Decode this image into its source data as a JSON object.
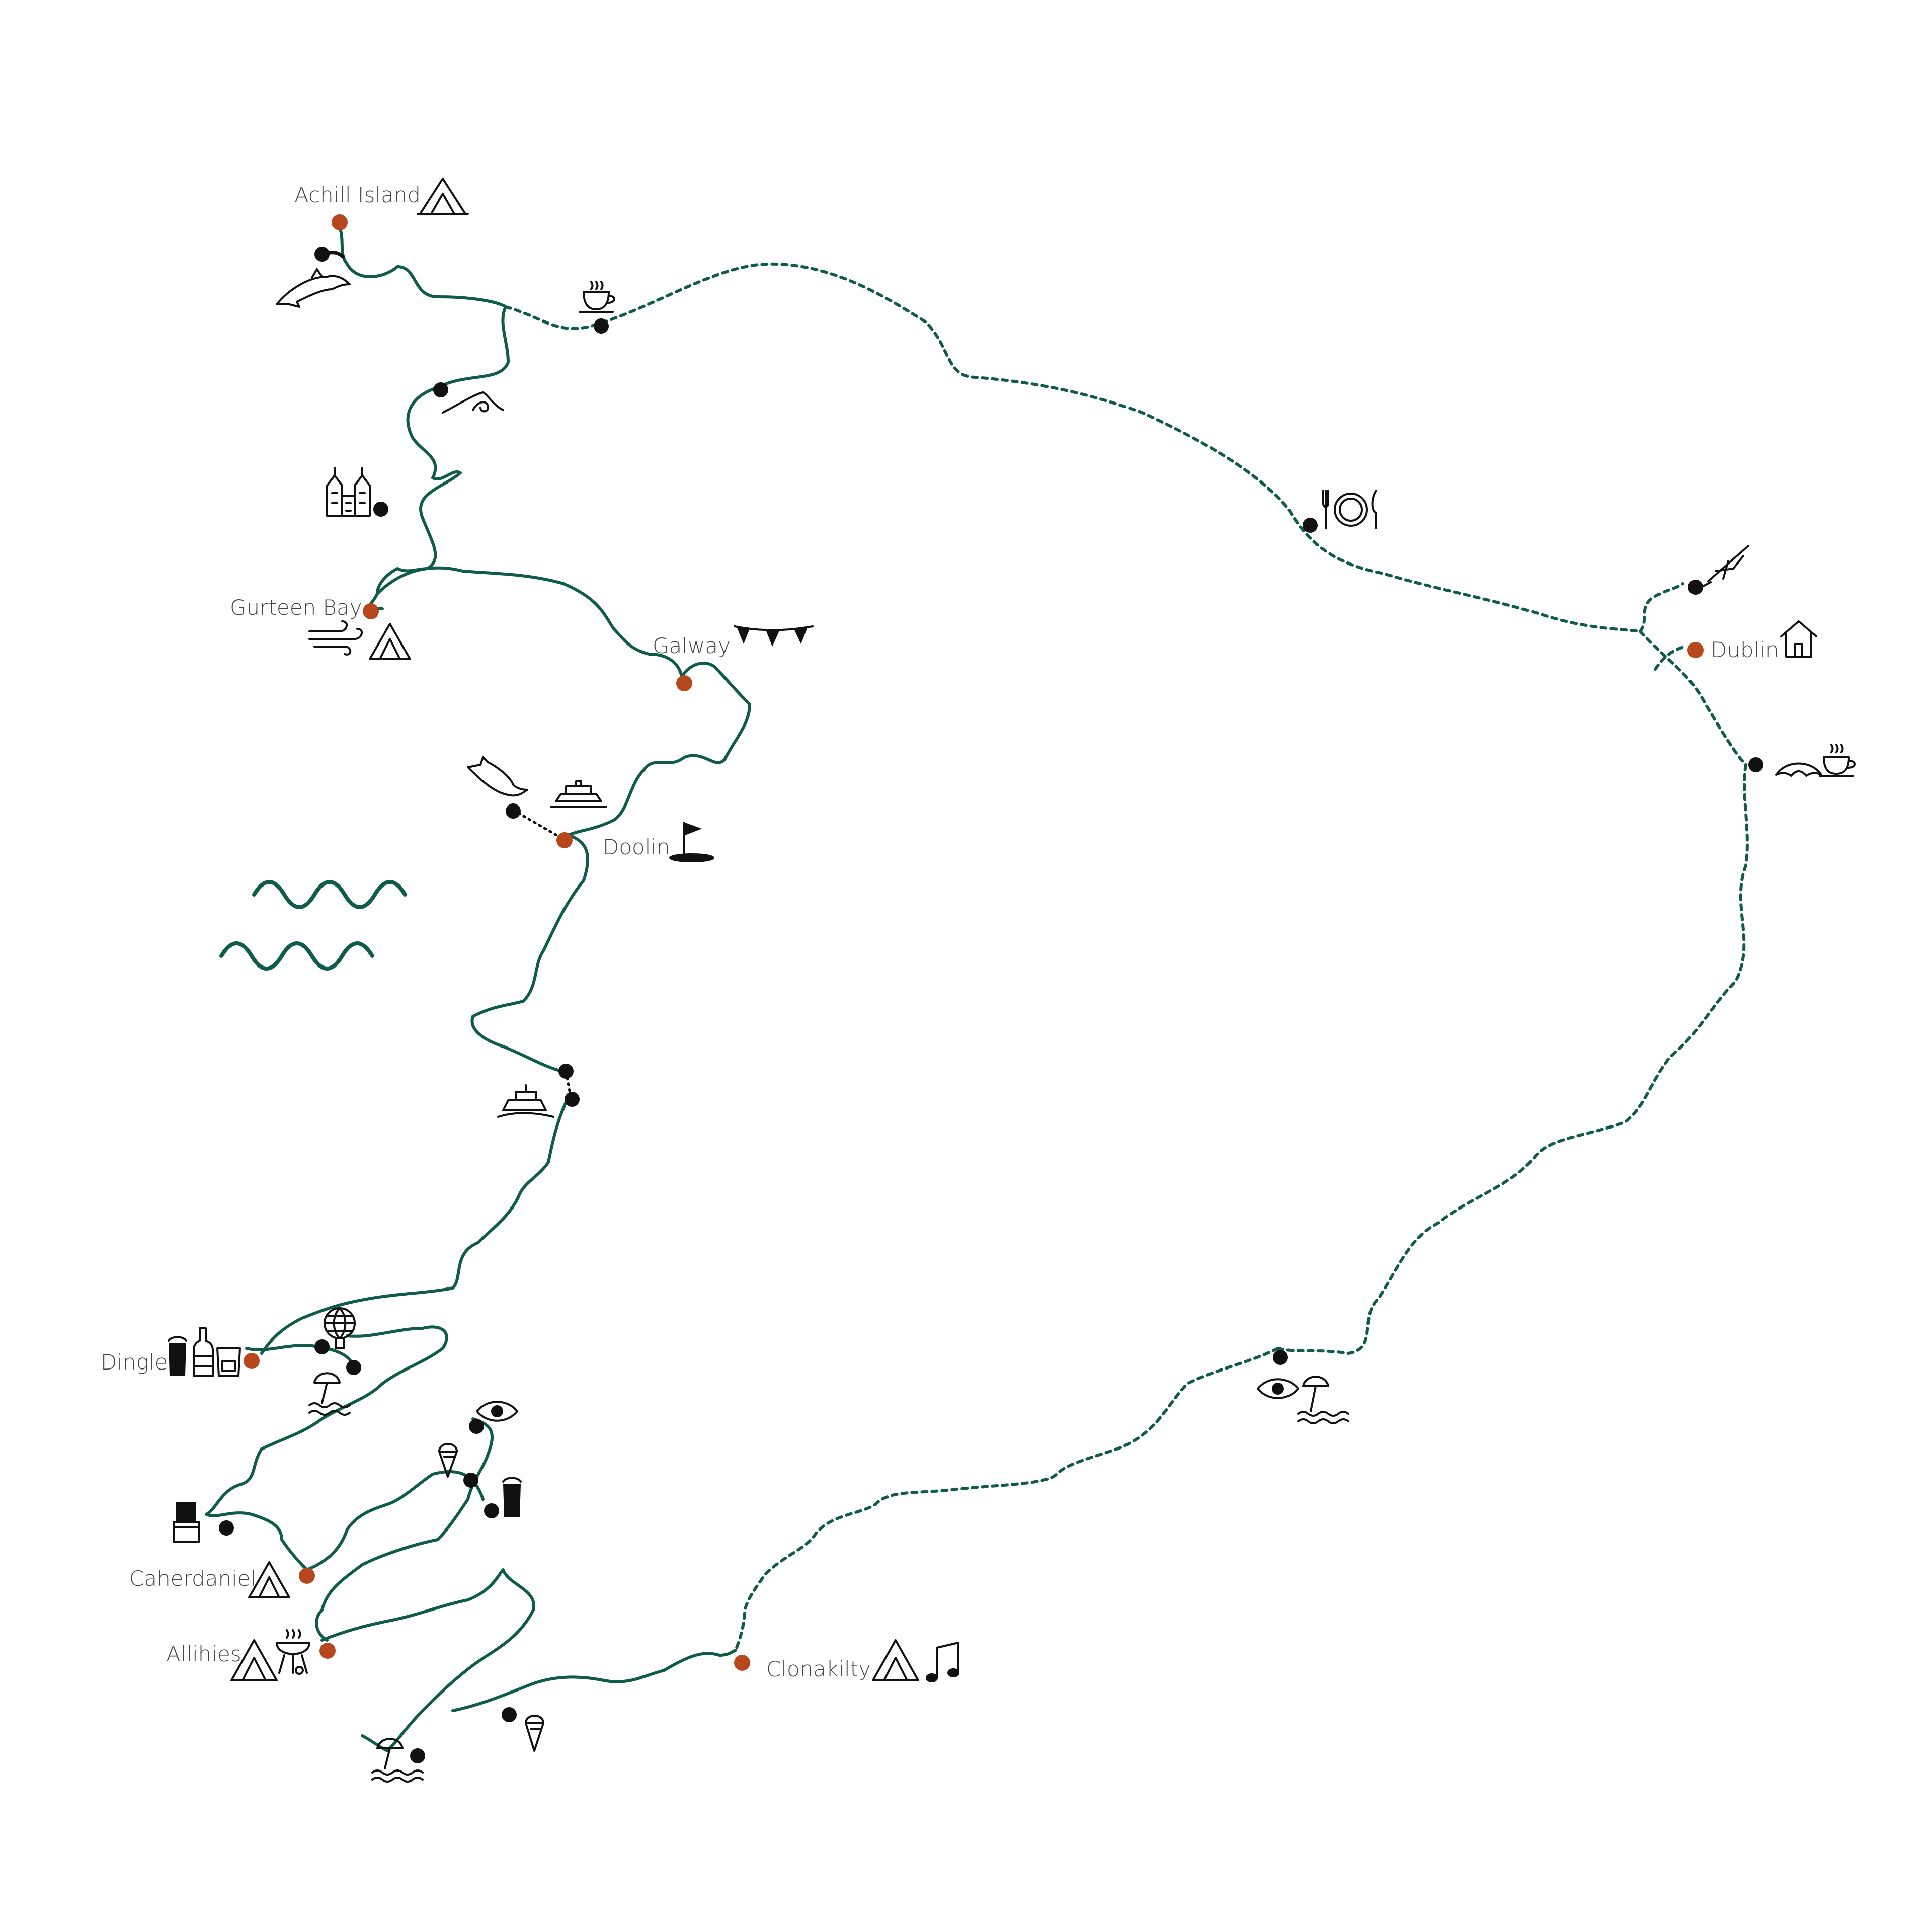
{
  "colors": {
    "route": "#0f5c4a",
    "major_stop": "#b7471c",
    "minor_stop": "#111111",
    "label": "#444444"
  },
  "places": {
    "achill": {
      "name": "Achill Island",
      "icons": [
        "tent-icon"
      ]
    },
    "gurteen": {
      "name": "Gurteen Bay",
      "icons": [
        "wind-icon",
        "tent-icon"
      ]
    },
    "galway": {
      "name": "Galway",
      "icons": [
        "bunting-icon"
      ]
    },
    "doolin": {
      "name": "Doolin",
      "icons": [
        "golf-flag-icon"
      ]
    },
    "dingle": {
      "name": "Dingle",
      "icons": [
        "pint-icon",
        "bottle-icon",
        "whiskey-glass-icon"
      ]
    },
    "caherdaniel": {
      "name": "Caherdaniel",
      "icons": [
        "tent-icon"
      ]
    },
    "allihies": {
      "name": "Allihies",
      "icons": [
        "tent-icon",
        "barbecue-icon"
      ]
    },
    "clonakilty": {
      "name": "Clonakilty",
      "icons": [
        "tent-icon",
        "music-note-icon"
      ]
    },
    "dublin": {
      "name": "Dublin",
      "icons": [
        "house-icon"
      ]
    }
  },
  "poi_icons": [
    "dolphin-icon",
    "coffee-cup-icon",
    "swimmer-icon",
    "cathedral-icon",
    "dining-icon",
    "airplane-icon",
    "croissant-icon",
    "ferry-icon",
    "globe-icon",
    "beach-umbrella-icon",
    "eye-icon",
    "ice-cream-icon",
    "chocolate-icon",
    "sea-waves-icon"
  ]
}
